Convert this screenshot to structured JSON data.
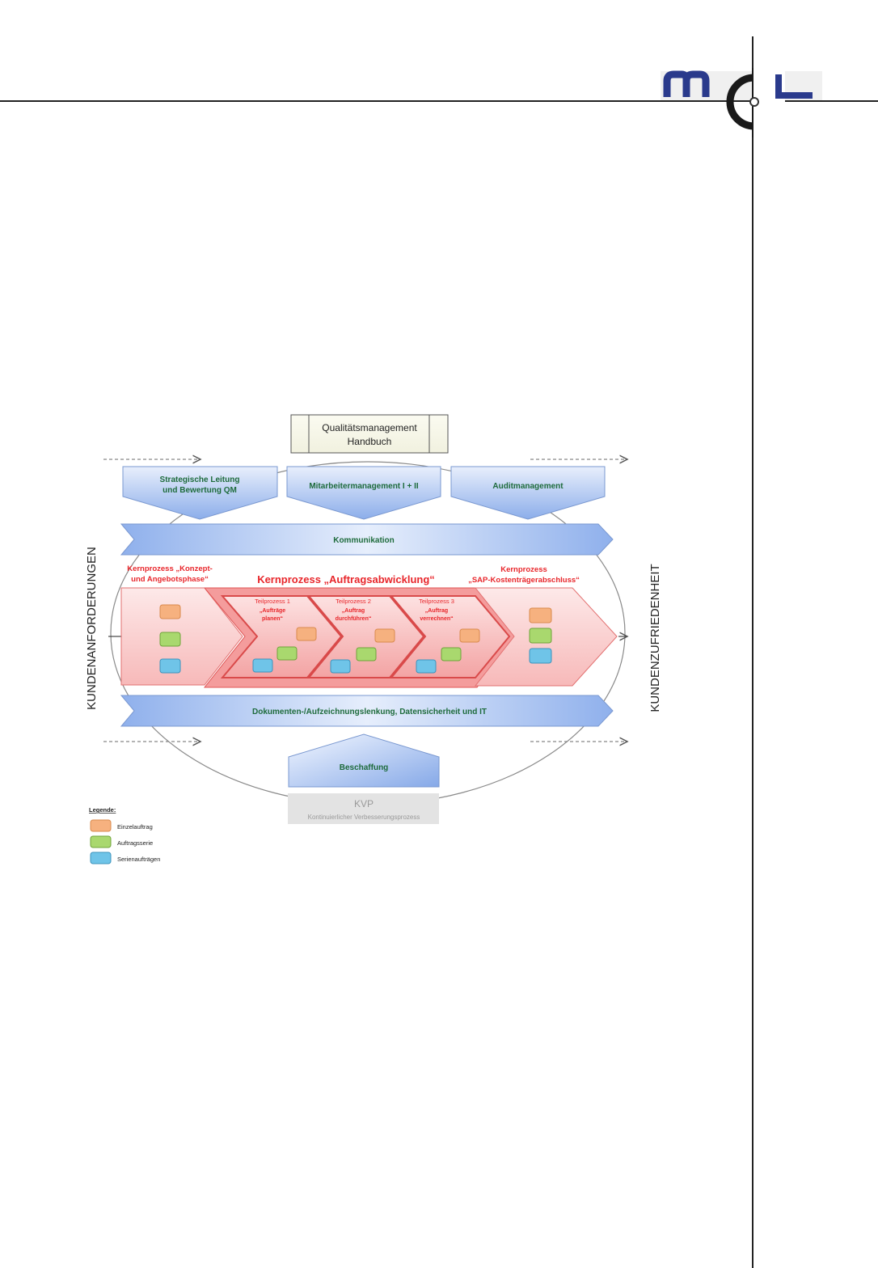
{
  "logo": {
    "text": "MCL"
  },
  "handbook": {
    "line1": "Qualitätsmanagement",
    "line2": "Handbuch"
  },
  "support_top": [
    {
      "line1": "Strategische Leitung",
      "line2": "und Bewertung QM"
    },
    {
      "line1": "Mitarbeitermanagement I + II",
      "line2": ""
    },
    {
      "line1": "Auditmanagement",
      "line2": ""
    }
  ],
  "communication_label": "Kommunikation",
  "core_left": {
    "line1": "Kernprozess „Konzept-",
    "line2": "und Angebotsphase“"
  },
  "core_main": {
    "title": "Kernprozess „Auftragsabwicklung“"
  },
  "subprocesses": [
    {
      "line1": "Teilprozess 1",
      "line2": "„Aufträge",
      "line3": "planen“"
    },
    {
      "line1": "Teilprozess 2",
      "line2": "„Auftrag",
      "line3": "durchführen“"
    },
    {
      "line1": "Teilprozess 3",
      "line2": "„Auftrag",
      "line3": "verrechnen“"
    }
  ],
  "core_right": {
    "line1": "Kernprozess",
    "line2": "„SAP-Kostenträgerabschluss“"
  },
  "documents_label": "Dokumenten-/Aufzeichnungslenkung, Datensicherheit und IT",
  "procurement_label": "Beschaffung",
  "kvp": {
    "title": "KVP",
    "subtitle": "Kontinuierlicher Verbesserungsprozess"
  },
  "left_vertical": "KUNDENANFORDERUNGEN",
  "right_vertical": "KUNDENZUFRIEDENHEIT",
  "legend": {
    "title": "Legende:",
    "items": [
      {
        "label": "Einzelauftrag",
        "color": "#f6b17f"
      },
      {
        "label": "Auftragsserie",
        "color": "#a9d86e"
      },
      {
        "label": "Serienaufträgen",
        "color": "#6fc4e8"
      }
    ]
  },
  "colors": {
    "accent_red": "#e8262b",
    "label_green": "#1e6b3c",
    "support_blue": "#8fb0ec",
    "core_pink": "#f6b5b5",
    "kvp_gray": "#9a9a9a"
  }
}
